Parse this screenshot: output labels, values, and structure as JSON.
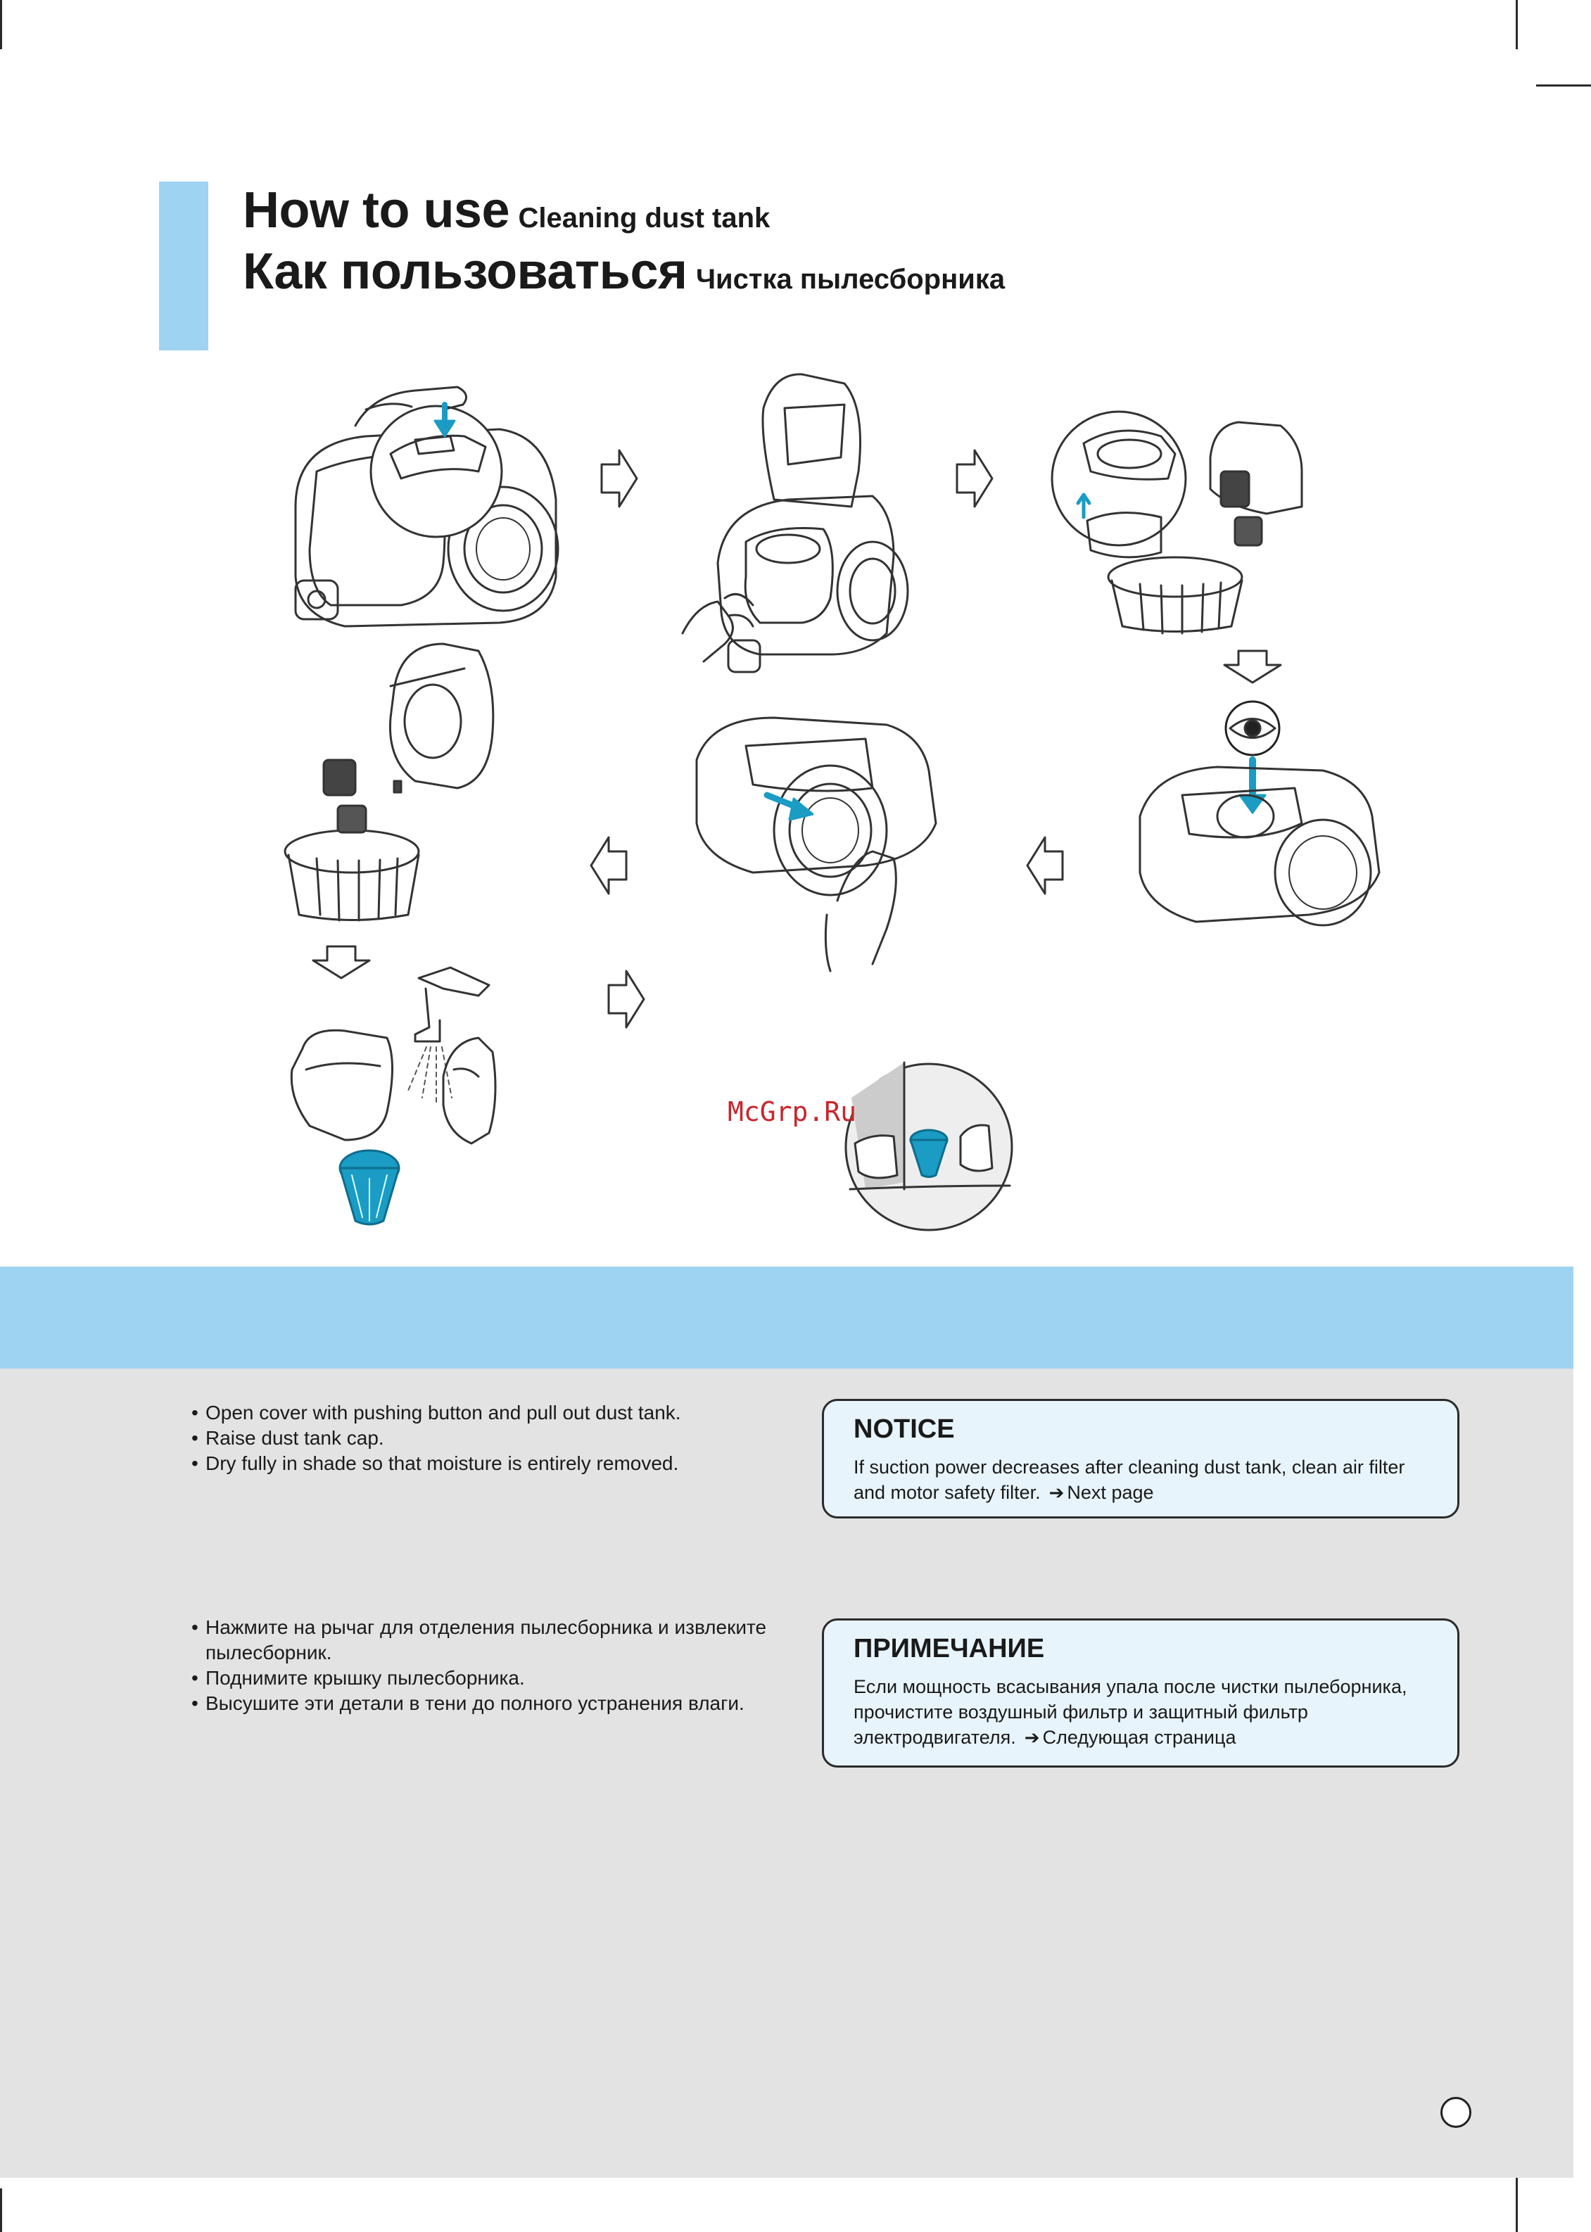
{
  "header": {
    "title_en": "How to use",
    "subtitle_en": "Cleaning dust tank",
    "title_ru": "Как пользоваться",
    "subtitle_ru": "Чистка пылесборника"
  },
  "watermark": "McGrp.Ru",
  "instructions_en": [
    "Open cover with pushing button and pull out dust tank.",
    "Raise dust tank cap.",
    "Dry fully in shade so that moisture is entirely removed."
  ],
  "instructions_ru": [
    "Нажмите на рычаг для отделения пылесборника и извлеките пылесборник.",
    "Поднимите крышку пылесборника.",
    "Высушите эти детали в тени до полного устранения влаги."
  ],
  "notice_en": {
    "heading": "NOTICE",
    "text": "If suction power decreases after cleaning dust tank, clean air filter and motor safety filter.",
    "link": "Next page"
  },
  "notice_ru": {
    "heading": "ПРИМЕЧАНИЕ",
    "text": "Если мощность всасывания упала после чистки пылеборника, прочистите воздушный фильтр и защитный фильтр электродвигателя.",
    "link": "Следующая страница"
  },
  "icons": [
    "arrow-right-icon",
    "arrow-down-icon",
    "arrow-left-icon",
    "eye-icon",
    "trash-can-icon",
    "faucet-icon",
    "filter-icon"
  ],
  "colors": {
    "accent_blue": "#9fd3f2",
    "notice_bg": "#e8f4fb",
    "gray_panel": "#e3e3e3",
    "filter_teal": "#1a9cc4",
    "watermark_red": "#c9262c"
  }
}
